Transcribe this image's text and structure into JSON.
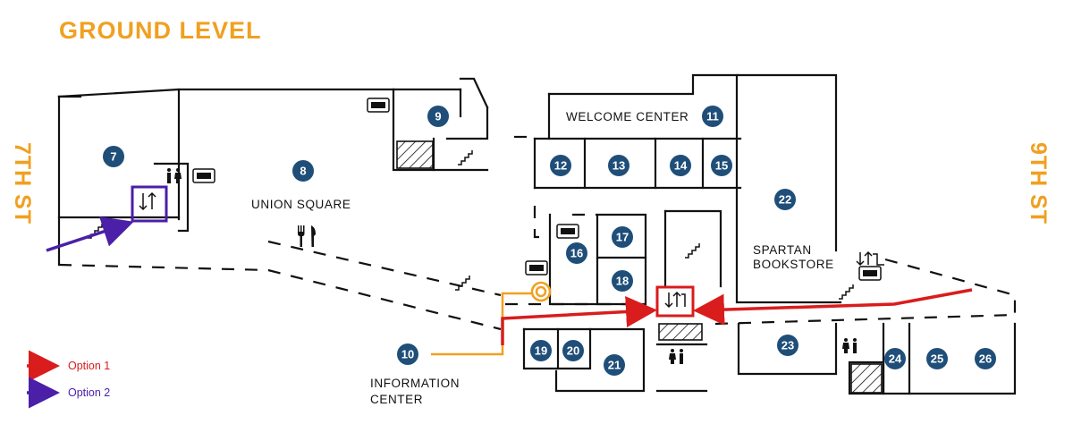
{
  "title": "GROUND LEVEL",
  "streets": {
    "west": "7TH ST",
    "east": "9TH ST"
  },
  "labels": {
    "welcome_center": "WELCOME CENTER",
    "union_square": "UNION SQUARE",
    "bookstore_line1": "SPARTAN",
    "bookstore_line2": "BOOKSTORE",
    "info_line1": "INFORMATION",
    "info_line2": "CENTER"
  },
  "rooms": [
    "7",
    "8",
    "9",
    "10",
    "11",
    "12",
    "13",
    "14",
    "15",
    "16",
    "17",
    "18",
    "19",
    "20",
    "21",
    "22",
    "23",
    "24",
    "25",
    "26"
  ],
  "legend": [
    {
      "label": "Option 1",
      "color": "#d91c1c"
    },
    {
      "label": "Option 2",
      "color": "#4b1fa8"
    }
  ],
  "colors": {
    "accent": "#f0a020",
    "room": "#1f4e79",
    "option1": "#d91c1c",
    "option2": "#4b1fa8",
    "info_path": "#f0a020"
  },
  "icons": [
    "restroom-icon",
    "elevator-icon",
    "stairs-icon",
    "dining-icon",
    "printer-icon",
    "info-target-icon"
  ]
}
